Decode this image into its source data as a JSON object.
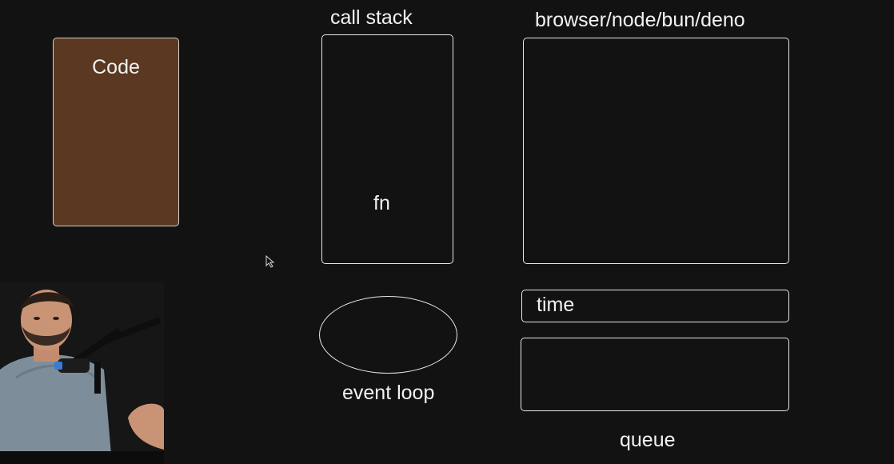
{
  "diagram": {
    "code_label": "Code",
    "call_stack": {
      "title": "call stack",
      "item": "fn"
    },
    "runtime": {
      "title": "browser/node/bun/deno"
    },
    "event_loop": {
      "label": "event loop"
    },
    "time": {
      "label": "time"
    },
    "queue": {
      "label": "queue"
    }
  },
  "colors": {
    "background": "#121212",
    "code_fill": "#5a3822",
    "outline": "#e8e8e8"
  },
  "icons": [
    "cursor-arrow-icon"
  ]
}
